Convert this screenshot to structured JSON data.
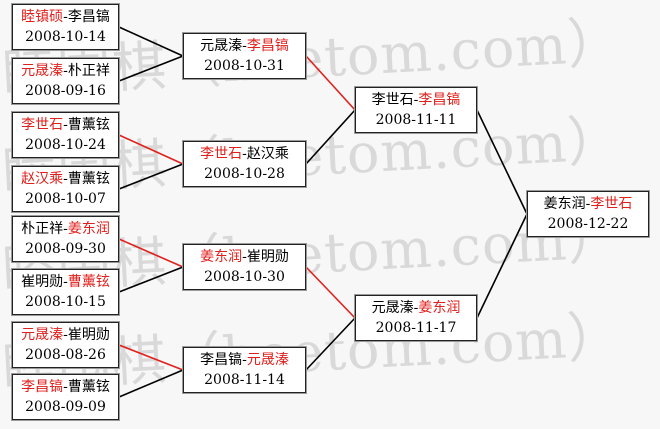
{
  "watermark": [
    "睦围棋（hoetom.com）",
    "睦围棋（hoetom.com）",
    "睦围棋（hoetom.com）",
    "睦围棋（hoetom.com）"
  ],
  "colors": {
    "winner": "#e0201c",
    "loser": "#000000",
    "win_line": "#e0201c",
    "loss_line": "#000000"
  },
  "bracket": {
    "round1": [
      {
        "p1": "睦镇硕",
        "p2": "李昌镐",
        "winner": "p1",
        "date": "2008-10-14"
      },
      {
        "p1": "元晟溱",
        "p2": "朴正祥",
        "winner": "p1",
        "date": "2008-09-16"
      },
      {
        "p1": "李世石",
        "p2": "曹薰铉",
        "winner": "p1",
        "date": "2008-10-24"
      },
      {
        "p1": "赵汉乘",
        "p2": "曹薰铉",
        "winner": "p1",
        "date": "2008-10-07"
      },
      {
        "p1": "朴正祥",
        "p2": "姜东润",
        "winner": "p2",
        "date": "2008-09-30"
      },
      {
        "p1": "崔明勋",
        "p2": "曹薰铉",
        "winner": "p2",
        "date": "2008-10-15"
      },
      {
        "p1": "元晟溱",
        "p2": "崔明勋",
        "winner": "p1",
        "date": "2008-08-26"
      },
      {
        "p1": "李昌镐",
        "p2": "曹薰铉",
        "winner": "p1",
        "date": "2008-09-09"
      }
    ],
    "round2": [
      {
        "p1": "元晟溱",
        "p2": "李昌镐",
        "winner": "p2",
        "date": "2008-10-31"
      },
      {
        "p1": "李世石",
        "p2": "赵汉乘",
        "winner": "p1",
        "date": "2008-10-28"
      },
      {
        "p1": "姜东润",
        "p2": "崔明勋",
        "winner": "p1",
        "date": "2008-10-30"
      },
      {
        "p1": "李昌镐",
        "p2": "元晟溱",
        "winner": "p2",
        "date": "2008-11-14"
      }
    ],
    "round3": [
      {
        "p1": "李世石",
        "p2": "李昌镐",
        "winner": "p2",
        "date": "2008-11-11"
      },
      {
        "p1": "元晟溱",
        "p2": "姜东润",
        "winner": "p2",
        "date": "2008-11-17"
      }
    ],
    "final": [
      {
        "p1": "姜东润",
        "p2": "李世石",
        "winner": "p2",
        "date": "2008-12-22"
      }
    ]
  }
}
